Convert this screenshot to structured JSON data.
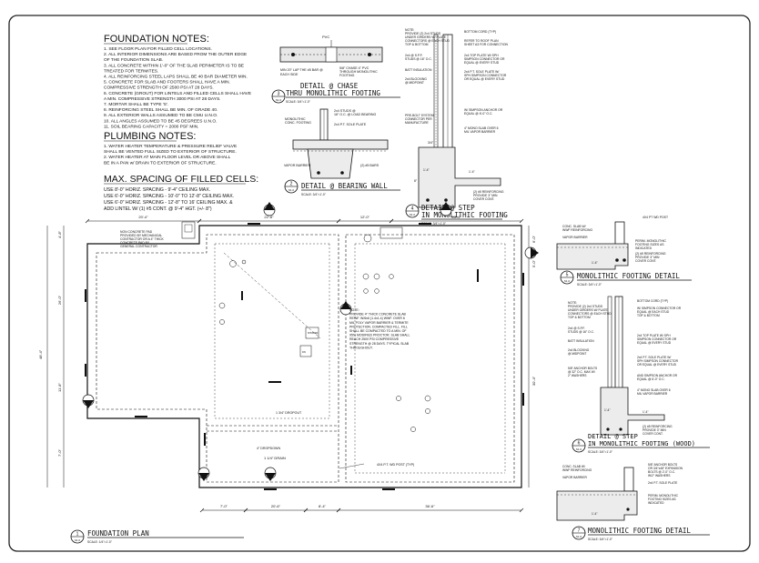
{
  "notes": {
    "foundation": {
      "heading": "FOUNDATION NOTES:",
      "lines": [
        "1. SEE FLOOR PLAN FOR FILLED CELL LOCATIONS.",
        "2. ALL INTERIOR DIMENSIONS ARE BASED FROM THE OUTER EDGE",
        "   OF THE FOUNDATION SLAB.",
        "3. ALL CONCRETE WITHIN 1'-0\" OF THE SLAB PERIMETER IS TO BE",
        "   TREATED FOR TERMITES.",
        "4. ALL REINFORCING STEEL LAPS SHALL BE 40 BAR DIAMETER MIN.",
        "5. CONCRETE FOR SLAB AND FOOTERS SHALL HAVE A MIN.",
        "   COMPRESSIVE STRENGTH OF 2500 PSI AT 28 DAYS.",
        "6. CONCRETE (GROUT) FOR LINTELS AND FILLED CELLS SHALL HAVE",
        "   A MIN. COMPRESSIVE STRENGTH 3000 PSI AT 28 DAYS.",
        "7. MORTAR SHALL BE TYPE 'S'.",
        "8. REINFORCING STEEL SHALL BE MIN. OF GRADE 40.",
        "9. ALL EXTERIOR WALLS ASSUMED TO BE CMU U.N.O.",
        "10. ALL ANGLES ASSUMED TO BE 45 DEGREES U.N.O.",
        "11. SOIL BEARING CAPACITY = 2000 PSF MIN."
      ]
    },
    "plumbing": {
      "heading": "PLUMBING NOTES:",
      "lines": [
        "1. WATER HEATER TEMPERATURE & PRESSURE RELIEF VALVE",
        "   SHALL BE VENTED FULL SIZED TO EXTERIOR OF STRUCTURE.",
        "2. WATER HEATER AT MAIN FLOOR LEVEL OR ABOVE SHALL",
        "   BE IN A PAN w/ DRAIN TO EXTERIOR OF STRUCTURE."
      ]
    },
    "spacing": {
      "heading": "MAX. SPACING OF FILLED CELLS:",
      "lines": [
        "USE 8'-0\" HORIZ. SPACING - 9'-4\" CEILING MAX.",
        "USE 6'-0\" HORIZ. SPACING - 10'-0\" TO 12'-8\" CEILING MAX.",
        "USE 6'-0\" HORIZ. SPACING - 12'-8\" TO 16' CEILING MAX. &",
        "ADD LINTEL W/ (1) #5 CONT. @ 9'-4\" HGT. (+/- 8\")"
      ]
    }
  },
  "details": {
    "chase": {
      "num": "3",
      "sheet": "S1.0",
      "title1": "DETAIL @ CHASE",
      "title2": "THRU MONOLITHIC FOOTING",
      "scale": "SCALE: 3/4\"=1'-0\"",
      "labels": [
        "MIN 20\" LAP THE #5 BAR @",
        "EACH SIDE",
        "5/8\" CHASE 4\" PVC",
        "THROUGH MONOLITHIC",
        "FOOTING"
      ]
    },
    "bearing": {
      "num": "2",
      "sheet": "S1.0",
      "title1": "DETAIL @ BEARING WALL",
      "scale": "SCALE: 3/4\"=1'-0\"",
      "labels": [
        "MONOLITHIC",
        "CONC. FOOTING",
        "2x4 STUDS @",
        "16\" O.C. @ LOAD BEARING",
        "2x4 P.T. SOLE PLATE",
        "VAPOR BARRIER",
        "(2) #5 BARS"
      ]
    },
    "step": {
      "num": "4",
      "sheet": "S1.0",
      "title1": "DETAIL @ STEP",
      "title2": "IN MONOLITHIC FOOTING",
      "scale": "SCALE: 3/4\"=1'-0\"",
      "labels": [
        "NOTE:",
        "PROVIDE (2) 2x4 STUDS",
        "UNDER GIRDERS W/ PLATE",
        "CONNECTORS @ EACH STUD",
        "TOP & BOTTOM",
        "2x4 @ S.P.F.",
        "STUDS @ 16\" O.C.",
        "BATT INSULATION",
        "2x4 BLOCKING",
        "@ MIDPOINT",
        "BOTTOM CORD (TYP)",
        "REFER TO ROOF PLAN",
        "SHEET A3 FOR CONNECTION",
        "2x4 TOP PLATE W/ SPH",
        "SIMPSON CONNECTOR OR",
        "EQUAL @ EVERY STUD",
        "2x4 P.T. SOLE PLATE W/",
        "SPH SIMPSON CONNECTOR",
        "OR EQUAL @ EVERY STUD",
        "PRE-BOLT SYSTEM",
        "CONNECTOR PER",
        "MANUFACTURE",
        "W/ SIMPSON ANCHOR OR",
        "EQUAL @ 6'-0\" O.C.",
        "4\" MONO SLAB OVER 6",
        "MIL VAPOR BARRIER",
        "(2) #5 REINFORCING",
        "PROVIDE 3\" MIN",
        "COVER CONT.",
        "1'-4\"",
        "1'-4\"",
        "3/4\"",
        "8\""
      ]
    },
    "mono1": {
      "num": "5",
      "sheet": "S1.0",
      "title": "MONOLITHIC FOOTING DETAIL",
      "scale": "SCALE: 3/4\"=1'-0\"",
      "labels": [
        "4X4 PT WD POST",
        "CONC. SLAB W/",
        "WWF REINFORCING",
        "VAPOR BARRIER",
        "PERIM. MONOLITHIC",
        "FOOTING SIZES AS",
        "INDICATED",
        "(2) #5 REINFORCING",
        "PROVIDE 3\" MIN",
        "COVER CONT.",
        "1'-4\""
      ]
    },
    "stepwood": {
      "num": "6",
      "sheet": "S1.0",
      "title1": "DETAIL @ STEP",
      "title2": "IN MONOLITHIC FOOTING (WOOD)",
      "scale": "SCALE: 3/4\"=1'-0\"",
      "labels": [
        "NOTE:",
        "PROVIDE (2) 2x4 STUDS",
        "UNDER GIRDERS W/ PLATE",
        "CONNECTORS @ EACH STUD",
        "TOP & BOTTOM",
        "2x4 @ S.P.F.",
        "STUDS @ 16\" O.C.",
        "BATT INSULATION",
        "2x4 BLOCKING",
        "@ MIDPOINT",
        "5/8\" ANCHOR BOLTS",
        "@ 32\" O.C. MAX W/",
        "2\" WASHERS",
        "BOTTOM CORD (TYP)",
        "W/ SIMPSON CONNECTOR OR",
        "EQUAL @ EACH STUD",
        "TOP & BOTTOM",
        "2x4 TOP PLATE W/ SPH",
        "SIMPSON CONNECTOR OR",
        "EQUAL @ EVERY STUD",
        "2x4 P.T. SOLE PLATE W/",
        "SPH SIMPSON CONNECTOR",
        "OR EQUAL @ EVERY STUD",
        "AND SIMPSON ANCHOR OR",
        "EQUAL @ 6'-0\" O.C.",
        "4\" MONO SLAB OVER 6",
        "MIL VAPOR BARRIER",
        "(2) #5 REINFORCING",
        "PROVIDE 3\" MIN",
        "COVER CONT.",
        "1'-4\"",
        "1'-4\""
      ]
    },
    "mono2": {
      "num": "7",
      "sheet": "S1.0",
      "title": "MONOLITHIC FOOTING DETAIL",
      "scale": "SCALE: 3/4\"=1'-0\"",
      "labels": [
        "CONC. SLAB W/",
        "WWF REINFORCING",
        "VAPOR BARRIER",
        "5/8\" ANCHOR BOLTS",
        "OR 3/4\"x48\" EXPANSION",
        "BOLTS @ 2'-0\" O.C.",
        "W/2\" WASHERS",
        "2x4 P.T. SOLE PLATE",
        "PERIM. MONOLITHIC",
        "FOOTING SIZES AS",
        "INDICATED",
        "1'-4\""
      ]
    }
  },
  "plan": {
    "num": "1",
    "sheet": "S1.0",
    "title": "FOUNDATION PLAN",
    "scale": "SCALE: 1/4\"=1'-0\"",
    "top_dims": [
      "20'-4\"",
      "22'-8\"",
      "12'-0\"",
      "28'-4\""
    ],
    "bottom_dims": [
      "7'-0\"",
      "20'-6\"",
      "8'-4\"",
      "36'-6\""
    ],
    "left_dims": [
      "4'-8\"",
      "26'-0\"",
      "11'-8\"",
      "7'-0\""
    ],
    "right_dims": [
      "6'-0\"",
      "5'-0\"",
      "30'-4\""
    ],
    "overall_left": "48'-4\"",
    "notes": {
      "recess": "NON CONCRETE PAD PROVIDED BY MECHANICAL CONTRACTOR OR A 4\" THICK CONCRETE PAD BY GENERAL CONTRACTOR",
      "slab": [
        "NOTE:",
        "PROVIDE 4\" THICK CONCRETE SLAB",
        "REINF. W/6x6 (1.4x1.4) WWF. OVER 6",
        "MIL POLY VAPOR BARRIER & TERMITE",
        "PROTECTION. COMPACTED FILL. FILL",
        "SHALL BE COMPACTED TO A MIN. OF",
        "95% MODIFIED PROCTOR. SLAB SHALL",
        "REACH 2500 PSI COMPRESSIVE",
        "STRENGTH @ 28 DAYS. TYPICAL SLAB",
        "THROUGHOUT."
      ],
      "dropout": "1 3/4\" DROPOUT",
      "slope": "4\" DROPDOWN",
      "drain": "1 1/4\" DRAIN",
      "post": "4X4 P.T. WD POST (TYP)",
      "shower": "SHOWER"
    }
  }
}
